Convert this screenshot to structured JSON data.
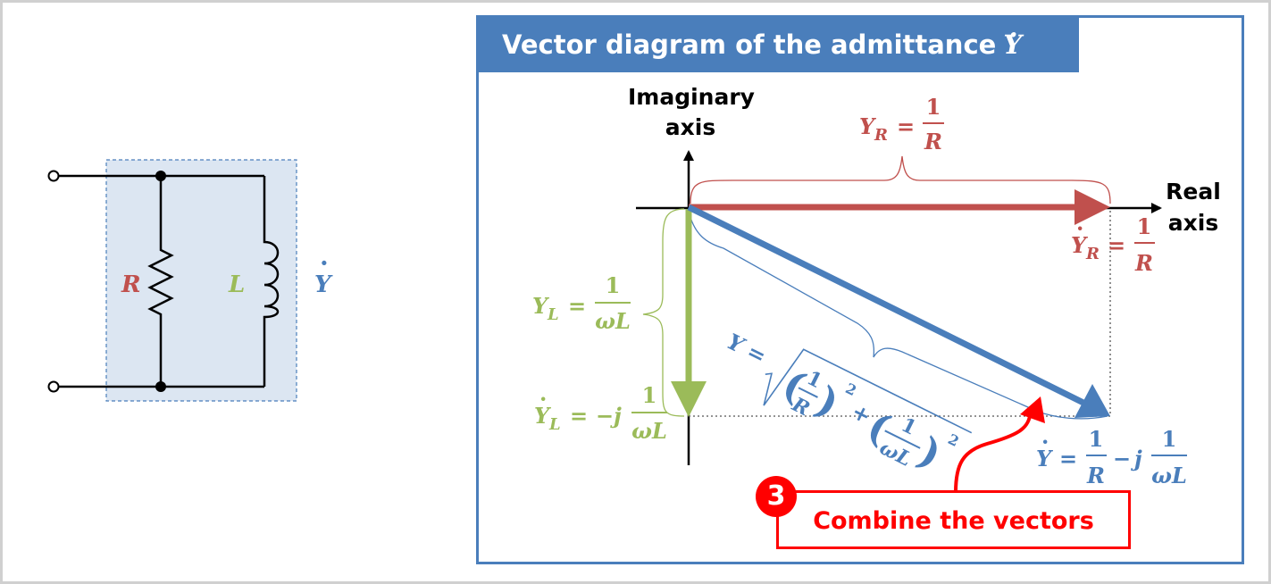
{
  "panel": {
    "title_text": "Vector diagram of the admittance",
    "title_symbol": "Y",
    "title_symbol_dot": "·"
  },
  "circuit": {
    "resistor_label": "R",
    "inductor_label": "L",
    "admittance_label": "Y",
    "admittance_dot": "·"
  },
  "axes": {
    "imaginary_line1": "Imaginary",
    "imaginary_line2": "axis",
    "real_line1": "Real",
    "real_line2": "axis"
  },
  "labels": {
    "YR_symbol": "Y",
    "YR_sub": "R",
    "eq": "=",
    "one": "1",
    "R": "R",
    "omegaL": "ωL",
    "YL_symbol": "Y",
    "YL_sub": "L",
    "minus_j": "−j",
    "minus": "−",
    "j": "j",
    "Y_symbol": "Y",
    "plus": "+",
    "two": "2",
    "dot": "·"
  },
  "callout": {
    "step_number": "3",
    "text": "Combine the vectors"
  },
  "colors": {
    "blue": "#4a7ebb",
    "red": "#c0504d",
    "green": "#9bbb59",
    "callout_red": "#ff0000",
    "shade": "#dce6f2"
  }
}
